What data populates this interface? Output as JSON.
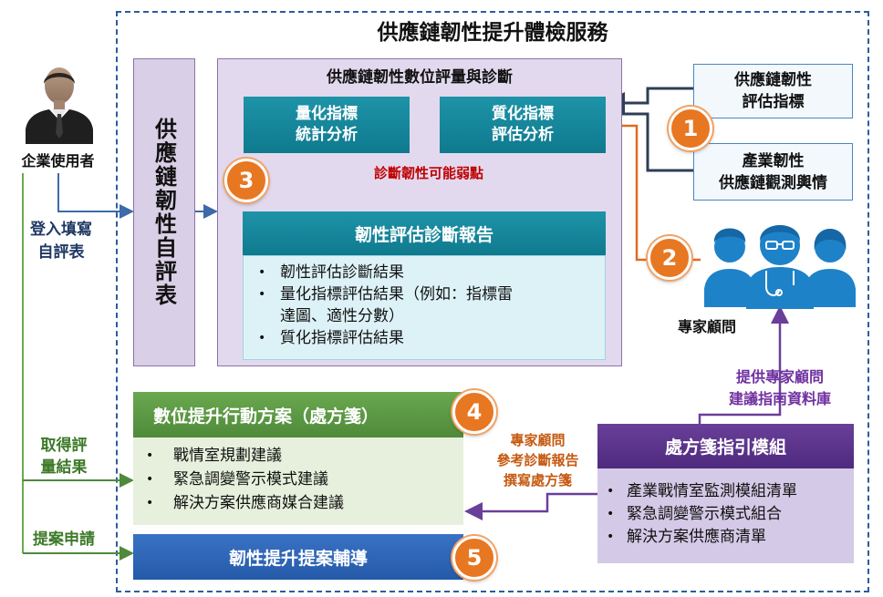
{
  "title": "供應鏈韌性提升體檢服務",
  "user": {
    "label": "企業使用者"
  },
  "left_labels": {
    "login": "登入填寫自評表",
    "result": "取得評量結果",
    "proposal": "提案申請"
  },
  "self_assessment": "供應鏈韌性自評表",
  "diagnosis": {
    "title": "供應鏈韌性數位評量與診斷",
    "quant": {
      "line1": "量化指標",
      "line2": "統計分析"
    },
    "qual": {
      "line1": "質化指標",
      "line2": "評估分析"
    },
    "weakness": "診斷韌性可能弱點",
    "report": {
      "title": "韌性評估診斷報告",
      "items": [
        "韌性評估診斷結果",
        "量化指標評估結果（例如：指標雷",
        "達圖、適性分數）",
        "質化指標評估結果"
      ]
    }
  },
  "sources": [
    {
      "line1": "供應鏈韌性",
      "line2": "評估指標"
    },
    {
      "line1": "產業韌性",
      "line2": "供應鏈觀測輿情"
    }
  ],
  "steps": [
    "1",
    "2",
    "3",
    "4",
    "5"
  ],
  "expert": {
    "label": "專家顧問",
    "guide_line1": "提供專家顧問",
    "guide_line2": "建議指南資料庫",
    "ref_line1": "專家顧問",
    "ref_line2": "參考診斷報告",
    "ref_line3": "撰寫處方箋"
  },
  "action_plan": {
    "title": "數位提升行動方案（處方箋）",
    "items": [
      "戰情室規劃建議",
      "緊急調變警示模式建議",
      "解決方案供應商媒合建議"
    ]
  },
  "prescription": {
    "title": "處方箋指引模組",
    "items": [
      "產業戰情室監測模組清單",
      "緊急調變警示模式組合",
      "解決方案供應商清單"
    ]
  },
  "proposal": {
    "title": "韌性提升提案輔導"
  },
  "colors": {
    "teal": "#1e93a8",
    "green": "#6aa84f",
    "purple": "#6a3f99",
    "blue": "#3a72c4",
    "orange": "#e87722",
    "red_text": "#c00000"
  }
}
